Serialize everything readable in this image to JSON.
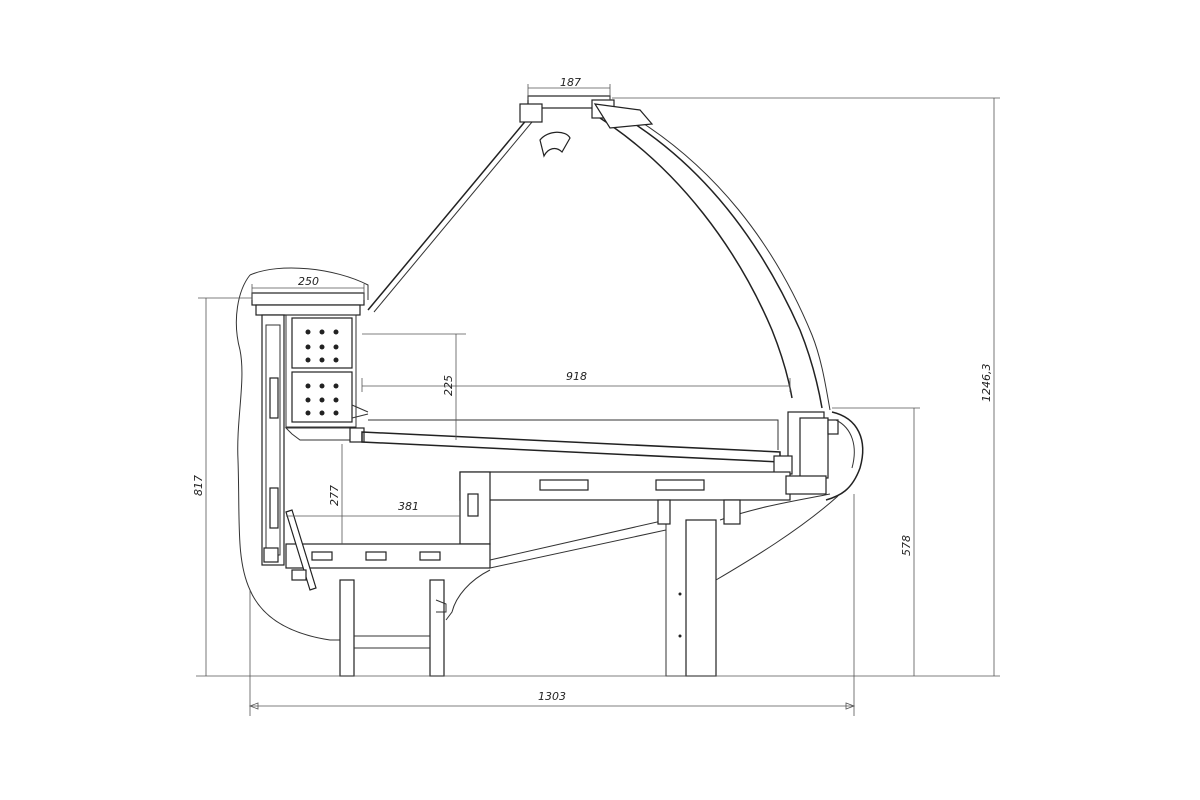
{
  "dimensions": {
    "top_width": "187",
    "upper_shelf_width": "250",
    "display_depth": "918",
    "upper_clearance": "225",
    "lower_clearance": "277",
    "lower_depth": "381",
    "left_height": "817",
    "front_height": "578",
    "total_height": "1246,3",
    "total_length": "1303"
  }
}
